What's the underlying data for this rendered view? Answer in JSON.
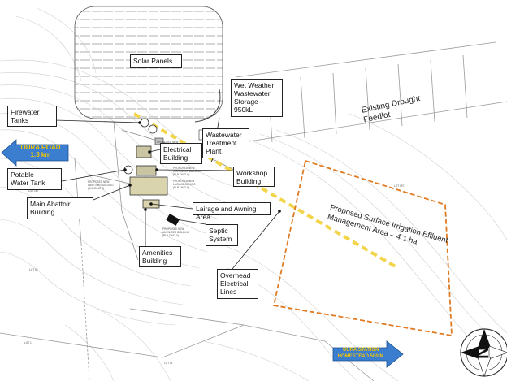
{
  "colors": {
    "road_arrow": "#3b7ed0",
    "arrow_text": "#f5c400",
    "overhead_lines": "#f2d54a",
    "irrigation_area": "#e07b22",
    "contour": "#c8c8c8",
    "boundary": "#888888"
  },
  "callouts": {
    "solar_panels": "Solar Panels",
    "wet_weather": "Wet Weather\nWastewater\nStorage – 950kL",
    "firewater_tanks": "Firewater\nTanks",
    "electrical_building": "Electrical\nBuilding",
    "wastewater_plant": "Wastewater\nTreatment\nPlant",
    "potable_water_tank": "Potable\nWater Tank",
    "workshop_building": "Workshop\nBuilding",
    "main_abattoir": "Main Abattoir\nBuilding",
    "lairage": "Lairage and Awning Area",
    "septic_system": "Septic\nSystem",
    "amenities_building": "Amenities\nBuilding",
    "overhead_lines": "Overhead\nElectrical\nLines",
    "existing_feedlot": "Existing Drought\nFeedlot",
    "irrigation_area": "Proposed Surface Irrigation Effluent\nManagement Area – 4.1 ha"
  },
  "roads": {
    "oura_road": "OURA ROAD\n1.3 km",
    "oura_station": "OURA STATION\nHOMESTEAD 500 M"
  },
  "plan_labels": {
    "proposed_new": "PROPOSED NEW",
    "workshop_plan": "PROPOSED NEW\nWORKSHOP BUILDING\n(BUILDING C)",
    "lairage_plan": "PROPOSED NEW\nLAIRAGE AWNING\n(BUILDING D)",
    "abattoir_plan": "PROPOSED NEW\nABATTOIR BUILDING\n(BUILDING B)",
    "amenities_plan": "PROPOSED NEW\nAMENITIES BUILDING\n(BUILDING A)",
    "lot_1": "LOT 1",
    "lot_51": "LOT 51",
    "lot_53": "LOT 53",
    "lot_167": "LOT 167",
    "lot_197": "LOT 197"
  },
  "compass": {
    "letter": "N"
  },
  "icons": {
    "road_arrow_left": "arrow-left-icon",
    "road_arrow_right": "arrow-right-icon",
    "north_arrow": "north-arrow-icon",
    "tank": "tank-icon"
  }
}
